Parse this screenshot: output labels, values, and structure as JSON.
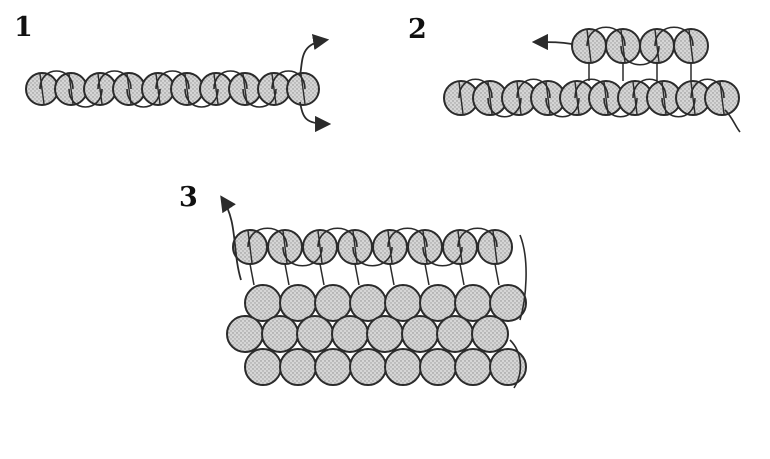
{
  "steps": [
    {
      "label": "1"
    },
    {
      "label": "2"
    },
    {
      "label": "3"
    }
  ],
  "colors": {
    "ink": "#2b2b2b",
    "bead_fill": "#cfcfcf",
    "background": "#ffffff"
  },
  "icons": [
    "arrow-right-icon",
    "arrow-left-icon",
    "bead-icon",
    "thread-loop-icon"
  ]
}
